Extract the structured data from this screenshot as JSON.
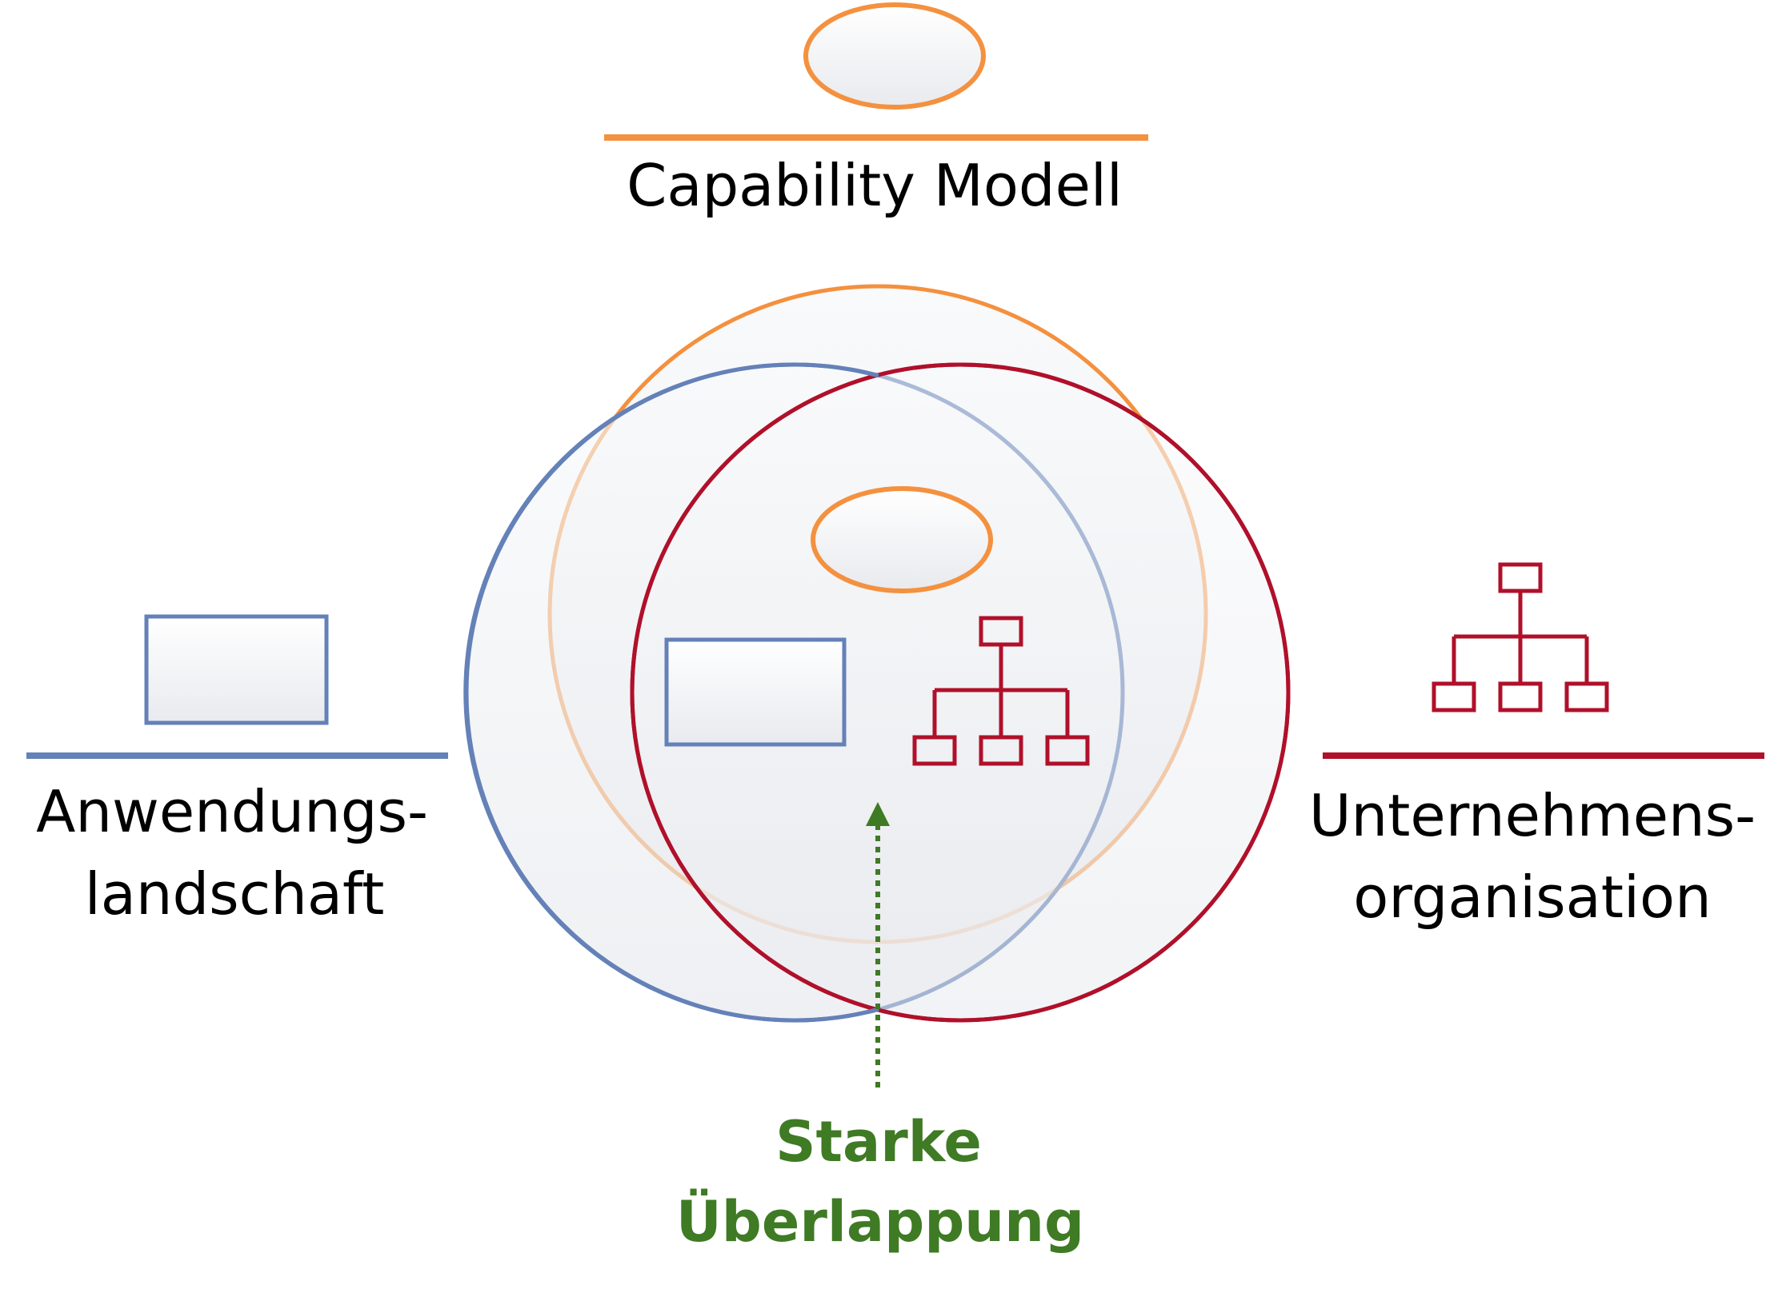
{
  "labels": {
    "capability": "Capability Modell",
    "application_line1": "Anwendungs-",
    "application_line2": "landschaft",
    "organization_line1": "Unternehmens-",
    "organization_line2": "organisation",
    "overlap_line1": "Starke",
    "overlap_line2": "Überlappung"
  },
  "icons": {
    "capability": "ellipse-icon",
    "application": "rectangle-icon",
    "organization": "org-chart-icon"
  },
  "colors": {
    "capability": "#F4913F",
    "application": "#6481B8",
    "organization": "#B0102A",
    "overlap": "#3F7A24"
  }
}
